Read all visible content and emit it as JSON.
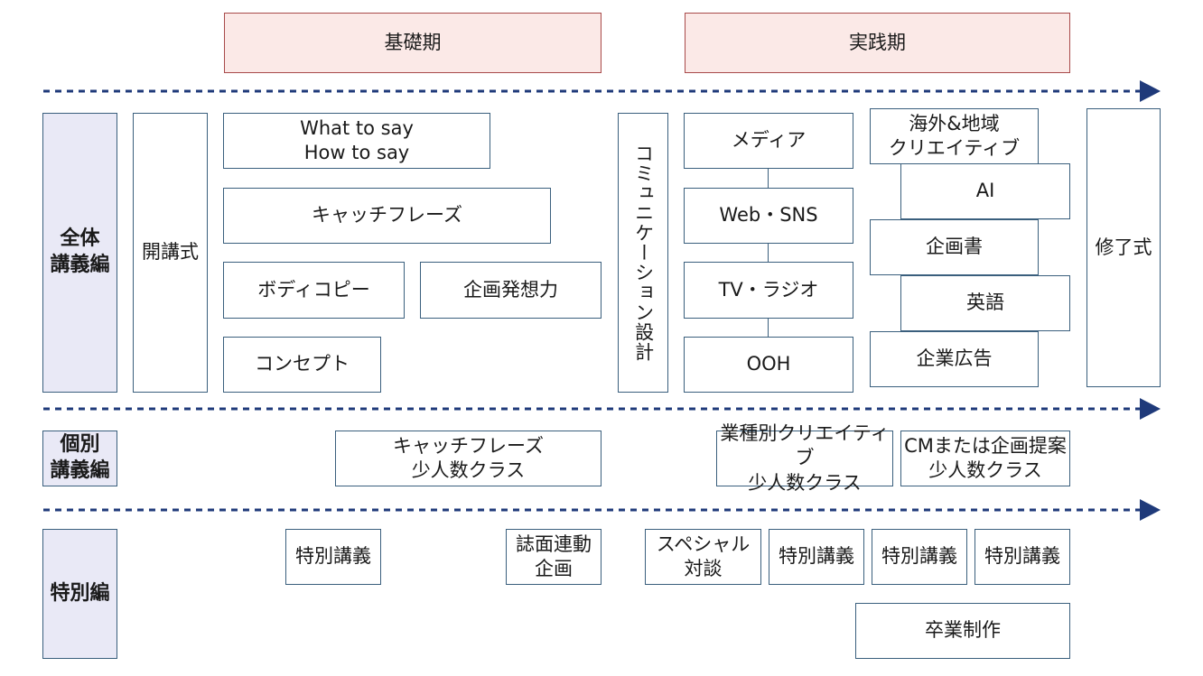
{
  "phases": {
    "basic": "基礎期",
    "practice": "実践期"
  },
  "categories": {
    "general": "全体\n講義編",
    "individual": "個別\n講義編",
    "special": "特別編"
  },
  "general": {
    "opening": "開講式",
    "what_how": "What to say\nHow to say",
    "catchphrase": "キャッチフレーズ",
    "body_copy": "ボディコピー",
    "planning_power": "企画発想力",
    "concept": "コンセプト",
    "communication_design": "コミュニケーション設計",
    "media": "メディア",
    "web_sns": "Web・SNS",
    "tv_radio": "TV・ラジオ",
    "ooh": "OOH",
    "overseas_local": "海外&地域\nクリエイティブ",
    "ai": "AI",
    "proposal": "企画書",
    "english": "英語",
    "corporate_ad": "企業広告",
    "closing": "修了式"
  },
  "individual": {
    "catchphrase_small": "キャッチフレーズ\n少人数クラス",
    "industry_small": "業種別クリエイティブ\n少人数クラス",
    "cm_small": "CMまたは企画提案\n少人数クラス"
  },
  "special": {
    "lecture_1": "特別講義",
    "magazine_tie_in": "誌面連動\n企画",
    "special_talk": "スペシャル\n対談",
    "lecture_2": "特別講義",
    "lecture_3": "特別講義",
    "lecture_4": "特別講義",
    "graduation_work": "卒業制作"
  },
  "colors": {
    "arrow": "#1f3a7a",
    "box_border": "#3a5f7d",
    "phase_fill": "#fbe9e7",
    "phase_border": "#a84a4a",
    "category_fill": "#e9e9f6"
  }
}
